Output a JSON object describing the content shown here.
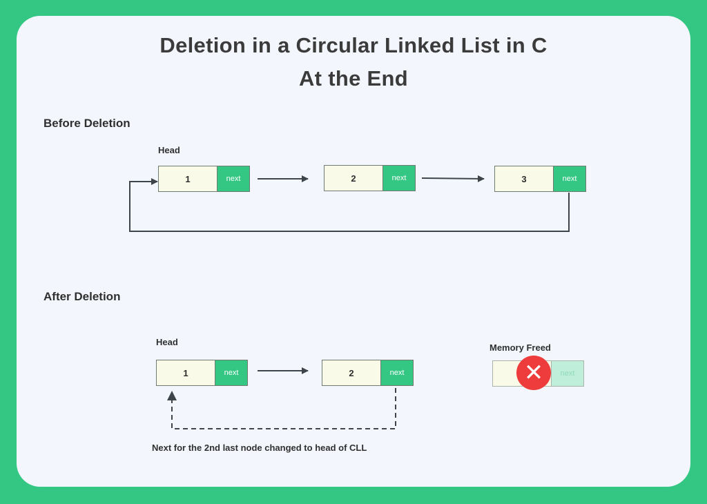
{
  "title_line1": "Deletion in a Circular Linked List in C",
  "title_line2": "At the End",
  "before": {
    "label": "Before Deletion",
    "head_label": "Head",
    "nodes": [
      {
        "value": "1",
        "ptr": "next"
      },
      {
        "value": "2",
        "ptr": "next"
      },
      {
        "value": "3",
        "ptr": "next"
      }
    ]
  },
  "after": {
    "label": "After Deletion",
    "head_label": "Head",
    "nodes": [
      {
        "value": "1",
        "ptr": "next"
      },
      {
        "value": "2",
        "ptr": "next"
      }
    ],
    "freed_label": "Memory Freed",
    "freed_node": {
      "value": "",
      "ptr": "next"
    },
    "freed_mark": "✕",
    "caption": "Next for the 2nd last node changed to head of CLL"
  },
  "colors": {
    "background": "#34c784",
    "card": "#f3f7fd",
    "pointer_box": "#34c784",
    "data_box": "#fafae8",
    "delete_mark": "#ee3b3b"
  }
}
